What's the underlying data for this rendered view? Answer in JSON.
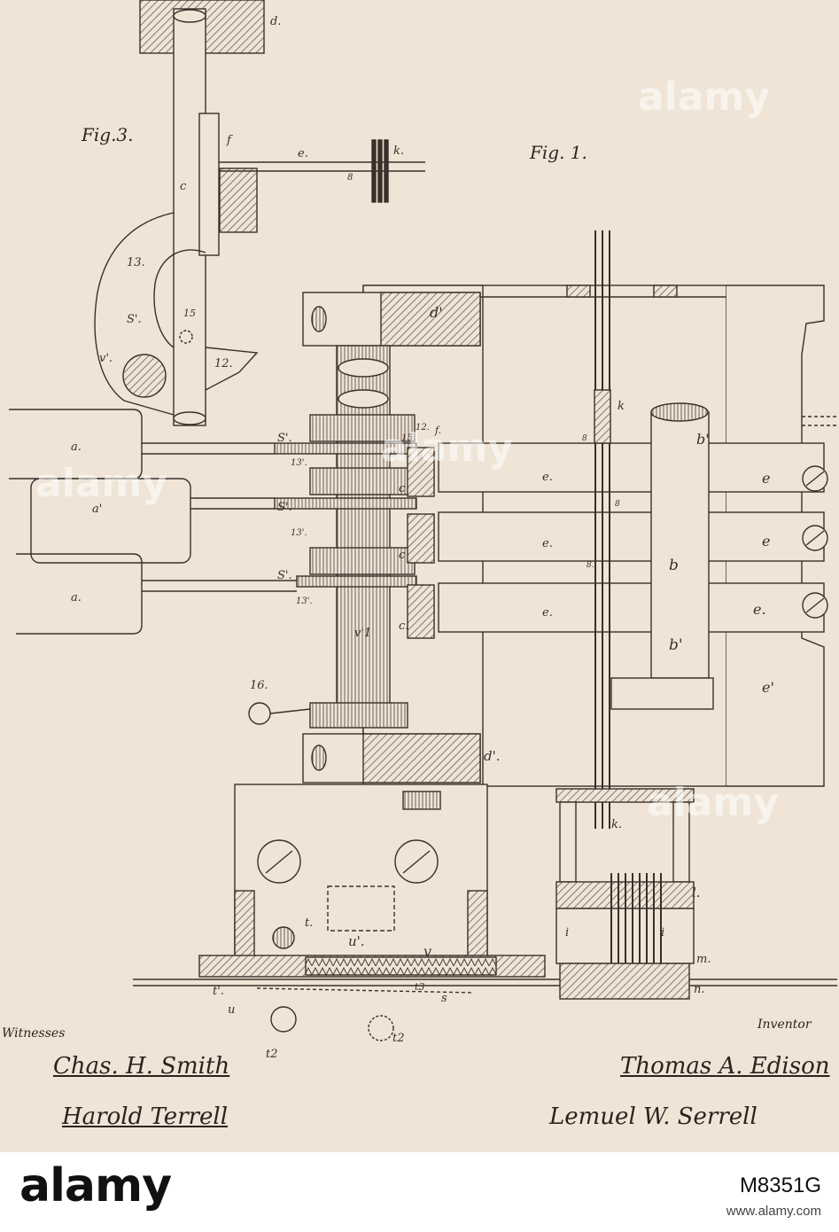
{
  "figures": {
    "fig3": "Fig.3.",
    "fig1": "Fig. 1."
  },
  "labels": {
    "d": "d.",
    "f": "f",
    "e_top": "e.",
    "k_top": "k.",
    "eight_top": "8",
    "c": "c",
    "thirteen": "13.",
    "s_prime": "S'.",
    "fifteen": "15",
    "v_prime": "v'.",
    "twelve": "12.",
    "d_prime_top": "d'",
    "k_mid": "k",
    "b_prime_top": "b'",
    "a_top": "a.",
    "a_prime": "a'",
    "a_bot": "a.",
    "s1": "S'.",
    "s2": "S'.",
    "s3": "S'.",
    "n13_1": "13'.",
    "n13_2": "13'.",
    "n13_3": "13'.",
    "c_1": "c",
    "c_2": "c",
    "c_3": "c.",
    "e_1": "e.",
    "e_2": "e.",
    "e_3": "e.",
    "e_r1": "e",
    "e_r2": "e",
    "e_r3": "e.",
    "b": "b",
    "b_prime_bot": "b'",
    "e_prime": "e'",
    "v1": "v'1",
    "sixteen": "16.",
    "d_prime_bot": "d'.",
    "k_bot": "k.",
    "l": "l.",
    "i_left": "i",
    "i_right": "i",
    "m": "m.",
    "n": "n.",
    "t": "t.",
    "u_prime": "u'.",
    "v": "v",
    "t_prime": "t'.",
    "u": "u",
    "t3": "t3",
    "s_low": "s",
    "t2_left": "t2",
    "t2_right": "t2",
    "eight_1": "8",
    "eight_2": "8.",
    "eight_3": "8",
    "f_1": "f.",
    "twelve_1": "12.",
    "fifteen_1": "15."
  },
  "captions": {
    "witnesses": "Witnesses",
    "inventor": "Inventor"
  },
  "signatures": {
    "witness_1": "Chas. H. Smith",
    "witness_2": "Harold Terrell",
    "inventor": "Thomas A. Edison",
    "attorney": "Lemuel W. Serrell"
  },
  "watermark": {
    "brand": "alamy"
  },
  "footer": {
    "logo": "alamy",
    "stock_id": "M8351G",
    "website": "www.alamy.com"
  },
  "colors": {
    "paper": "#efe4d6",
    "ink": "#3a302a",
    "hatch": "#6b5f55",
    "footer_bg": "#ffffff"
  }
}
